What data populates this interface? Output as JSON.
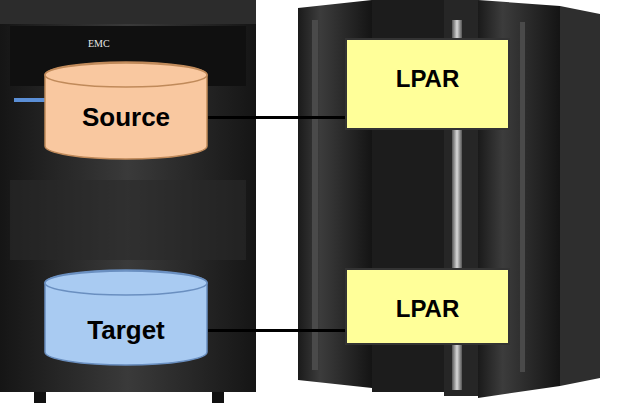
{
  "diagram": {
    "nodes": [
      {
        "text": [
          "Source"
        ]
      },
      {
        "text": [
          "LPAR"
        ]
      },
      {
        "text": [
          "Target"
        ]
      },
      {
        "text": [
          "LPAR"
        ]
      }
    ],
    "edges": [
      {
        "from": 0,
        "to": 1,
        "arrow": "none"
      },
      {
        "from": 2,
        "to": 3,
        "arrow": "none"
      }
    ],
    "labels": [
      "EMC"
    ]
  }
}
